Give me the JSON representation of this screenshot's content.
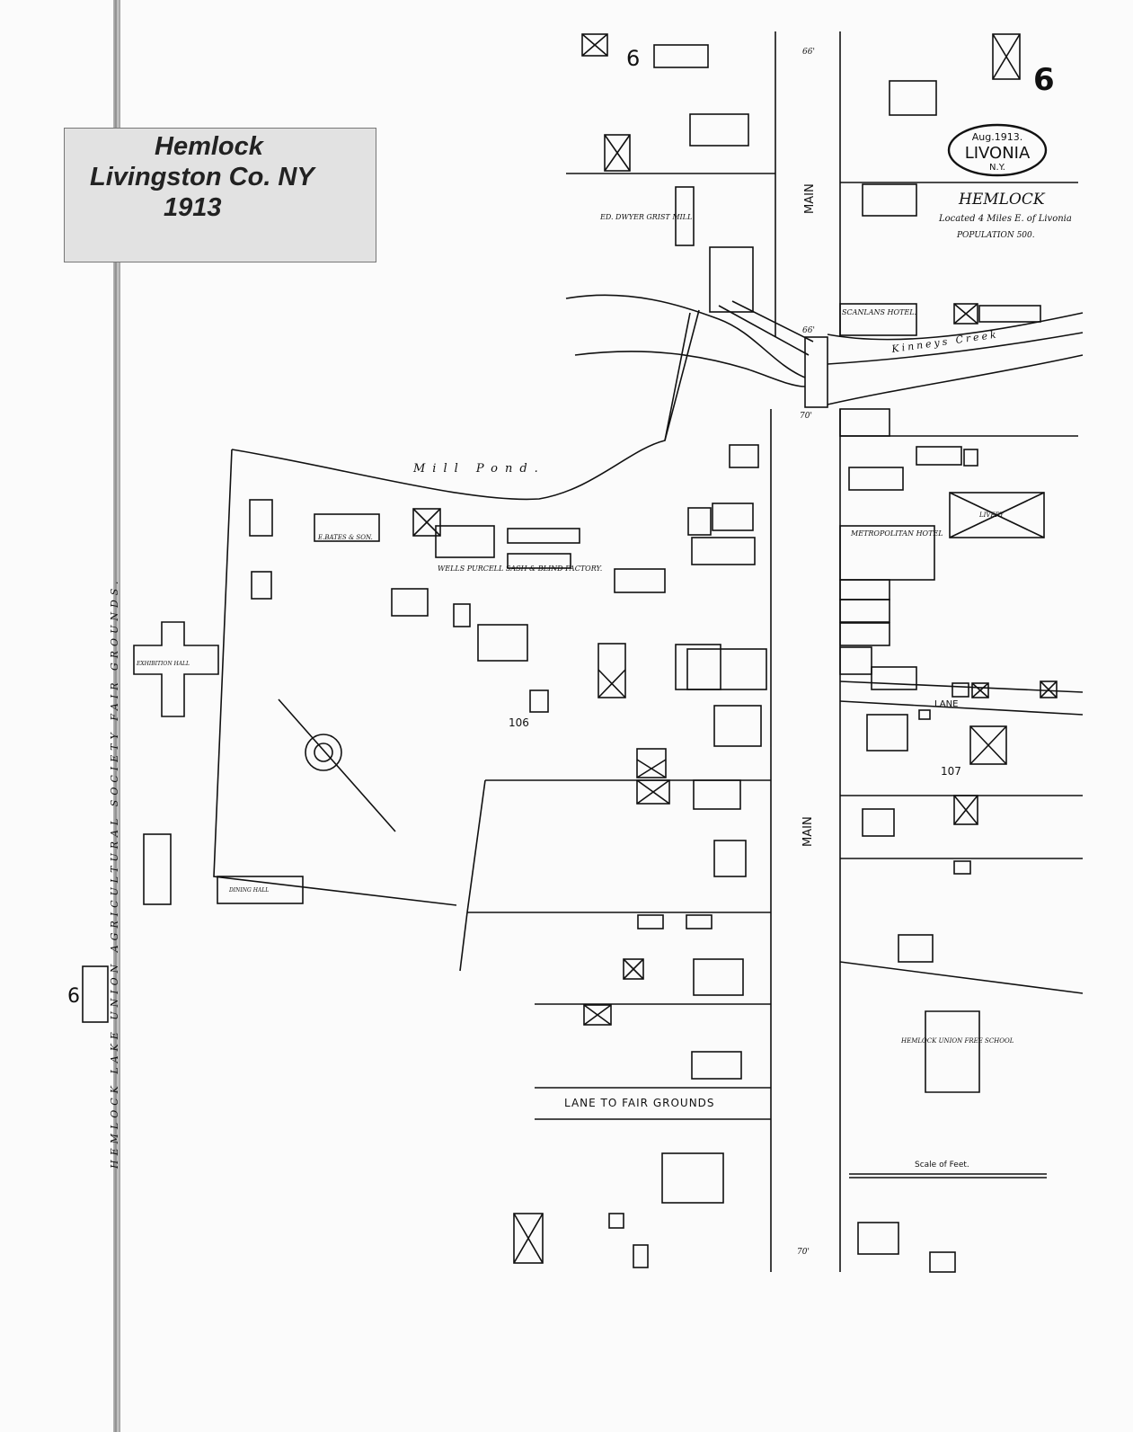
{
  "title_box": {
    "line1": "Hemlock",
    "line2": "Livingston Co. NY",
    "line3": "1913"
  },
  "sheet_number": "6",
  "stamp": {
    "date": "Aug.1913.",
    "town": "LIVONIA",
    "state": "N.Y."
  },
  "place_header": {
    "name": "HEMLOCK",
    "location": "Located 4 Miles E. of Livonia",
    "population": "POPULATION 500."
  },
  "streets": {
    "main_upper": "MAIN",
    "main_lower": "MAIN",
    "lane": "LANE",
    "lane_to_fair": "LANE TO FAIR GROUNDS",
    "fair_grounds_left": "HEMLOCK LAKE UNION AGRICULTURAL SOCIETY FAIR GROUNDS."
  },
  "water": {
    "creek": "Kinneys Creek",
    "pond": "Mill Pond."
  },
  "buildings": {
    "grist_mill": "ED. DWYER GRIST MILL",
    "scanlans_hotel": "SCANLANS HOTEL.",
    "metropolitan_hotel": "METROPOLITAN HOTEL",
    "sash_factory": "WELLS PURCELL SASH & BLIND FACTORY.",
    "bates_son": "E.BATES & SON.",
    "school": "HEMLOCK UNION FREE SCHOOL",
    "exhibition_hall": "EXHIBITION HALL",
    "dining_hall": "DINING HALL",
    "livery": "LIVERY"
  },
  "block_numbers": {
    "b106": "106",
    "b107": "107",
    "b6": "6"
  },
  "scale_label": "Scale of Feet.",
  "street_widths": {
    "w66a": "66'",
    "w66b": "66'",
    "w70a": "70'",
    "w70b": "70'"
  }
}
